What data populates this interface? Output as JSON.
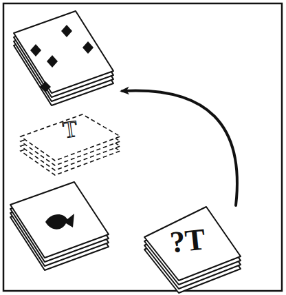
{
  "diagram": {
    "nodes": [
      {
        "text": [
          "T"
        ]
      },
      {
        "text": [
          "?T"
        ]
      }
    ],
    "edges": [
      {
        "from": 1,
        "to": 0,
        "arrow": "to"
      }
    ]
  }
}
